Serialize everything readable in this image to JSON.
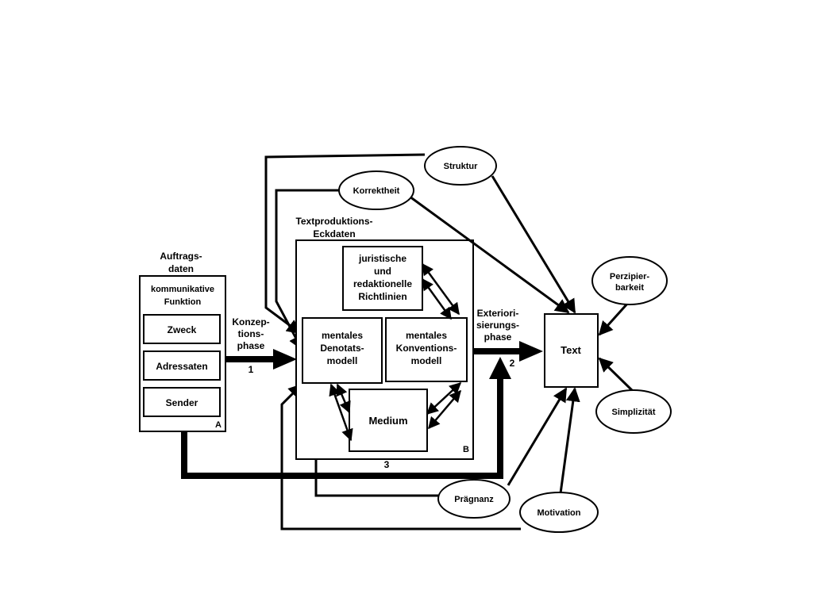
{
  "auftrag": {
    "heading_line1": "Auftrags-",
    "heading_line2": "daten",
    "funktion_line1": "kommunikative",
    "funktion_line2": "Funktion",
    "zweck": "Zweck",
    "adressaten": "Adressaten",
    "sender": "Sender",
    "corner_label": "A"
  },
  "eckdaten": {
    "heading_line1": "Textproduktions-",
    "heading_line2": "Eckdaten",
    "corner_label": "B"
  },
  "modelle": {
    "richtlinien_line1": "juristische",
    "richtlinien_line2": "und",
    "richtlinien_line3": "redaktionelle",
    "richtlinien_line4": "Richtlinien",
    "denotat_line1": "mentales",
    "denotat_line2": "Denotats-",
    "denotat_line3": "modell",
    "konvention_line1": "mentales",
    "konvention_line2": "Konventions-",
    "konvention_line3": "modell",
    "medium": "Medium"
  },
  "phasen": {
    "konzeption_line1": "Konzep-",
    "konzeption_line2": "tions-",
    "konzeption_line3": "phase",
    "konzeption_number": "1",
    "exteriorisierung_line1": "Exteriori-",
    "exteriorisierung_line2": "sierungs-",
    "exteriorisierung_line3": "phase",
    "exteriorisierung_number": "2",
    "bottom_number": "3"
  },
  "text_box": "Text",
  "qualities": {
    "struktur": "Struktur",
    "korrektheit": "Korrektheit",
    "perzipierbarkeit_line1": "Perzipier-",
    "perzipierbarkeit_line2": "barkeit",
    "simplizitaet": "Simplizität",
    "praegnanz": "Prägnanz",
    "motivation": "Motivation"
  },
  "colors": {
    "ink": "#000000",
    "paper": "#ffffff"
  }
}
